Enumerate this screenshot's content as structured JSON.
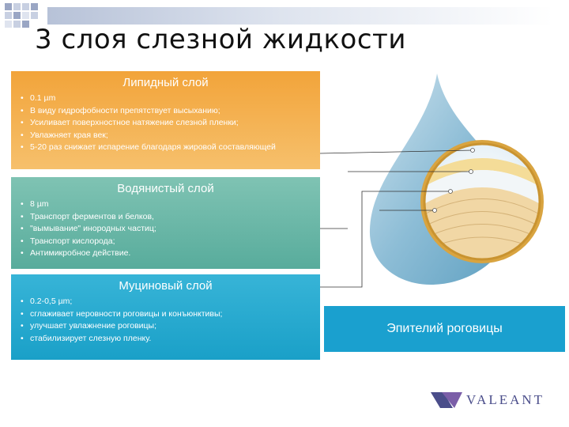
{
  "title": "3 слоя слезной жидкости",
  "layers": [
    {
      "name": "Липидный слой",
      "items": [
        "0.1 µm",
        "В виду гидрофобности препятствует высыханию;",
        "Усиливает поверхностное натяжение слезной пленки;",
        "Увлажняет края век;",
        "5-20 раз снижает испарение благодаря жировой составляющей"
      ]
    },
    {
      "name": "Водянистый слой",
      "items": [
        "8 µm",
        "Транспорт ферментов и белков,",
        "\"вымывание\" инородных частиц;",
        "Транспорт кислорода;",
        "Антимикробное действие."
      ]
    },
    {
      "name": "Муциновый слой",
      "items": [
        "0.2-0,5 µm;",
        "сглаживает неровности роговицы и конъюнктивы;",
        "улучшает увлажнение роговицы;",
        "стабилизирует слезную пленку."
      ]
    }
  ],
  "epithelium_label": "Эпителий роговицы",
  "logo_text": "VALEANT",
  "colors": {
    "lipid": "#f2a43a",
    "aqueous": "#6cb8a8",
    "mucin": "#1aa0c8",
    "epithelium": "#1aa0cf",
    "drop": "#9ec8dc",
    "logo": "#4a4d8a"
  }
}
